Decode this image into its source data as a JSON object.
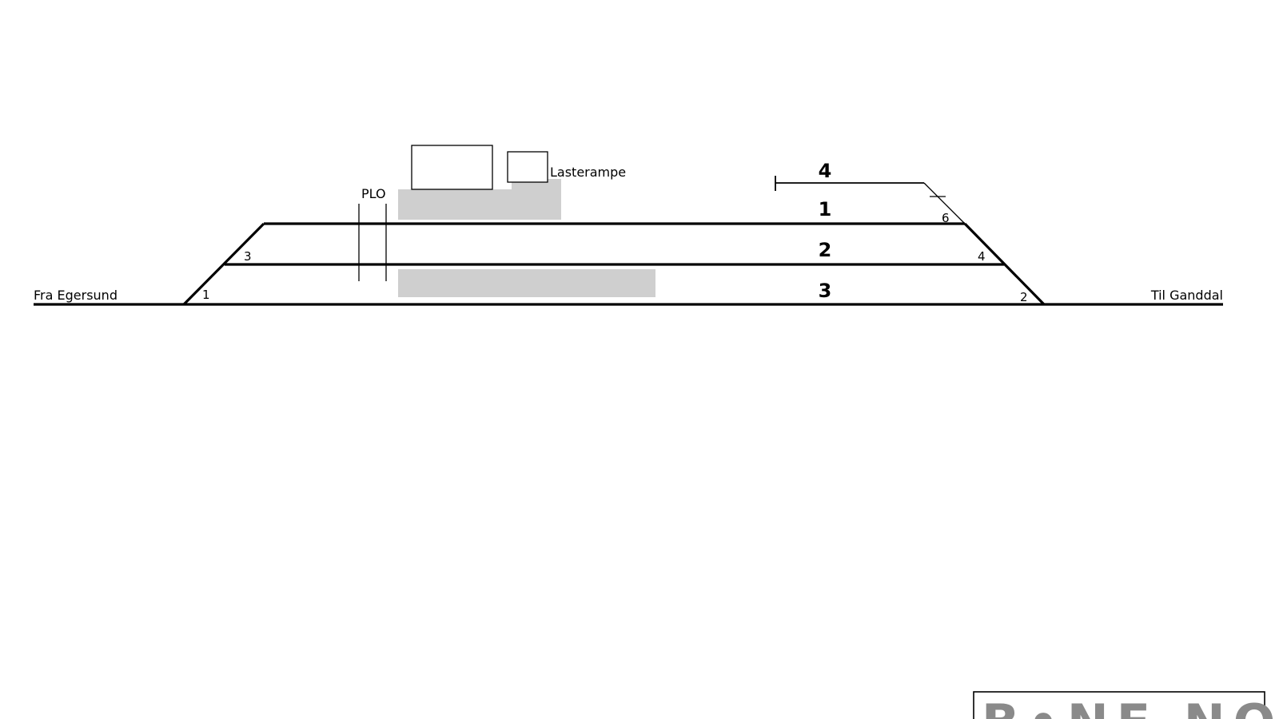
{
  "labels": {
    "from_station": "Fra Egersund",
    "to_station": "Til Ganddal",
    "plo": "PLO",
    "loading_ramp": "Lasterampe"
  },
  "tracks": {
    "t1": "1",
    "t2": "2",
    "t3": "3",
    "t4": "4"
  },
  "switches": {
    "s1": "1",
    "s2": "2",
    "s3": "3",
    "s4": "4",
    "s6": "6"
  },
  "logo": {
    "text": "B•NE NOR"
  },
  "colors": {
    "track": "#000000",
    "platform": "#cfcfcf",
    "logo_text": "#8a8a8a"
  }
}
